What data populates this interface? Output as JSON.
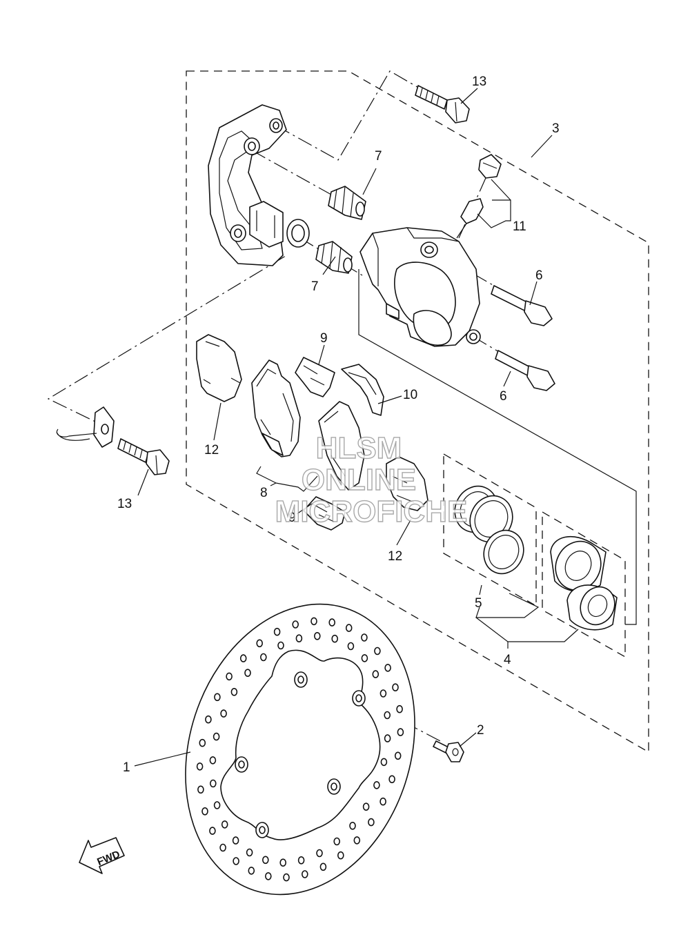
{
  "callouts": {
    "c1": "1",
    "c2": "2",
    "c3": "3",
    "c4": "4",
    "c5": "5",
    "c6a": "6",
    "c6b": "6",
    "c7a": "7",
    "c7b": "7",
    "c8": "8",
    "c9a": "9",
    "c9b": "9",
    "c10": "10",
    "c11": "11",
    "c12a": "12",
    "c12b": "12",
    "c13a": "13",
    "c13b": "13"
  },
  "watermark": {
    "line1": "HLSM",
    "line2": "ONLINE",
    "line3": "MICROFICHE"
  },
  "fwd_label": "FWD"
}
